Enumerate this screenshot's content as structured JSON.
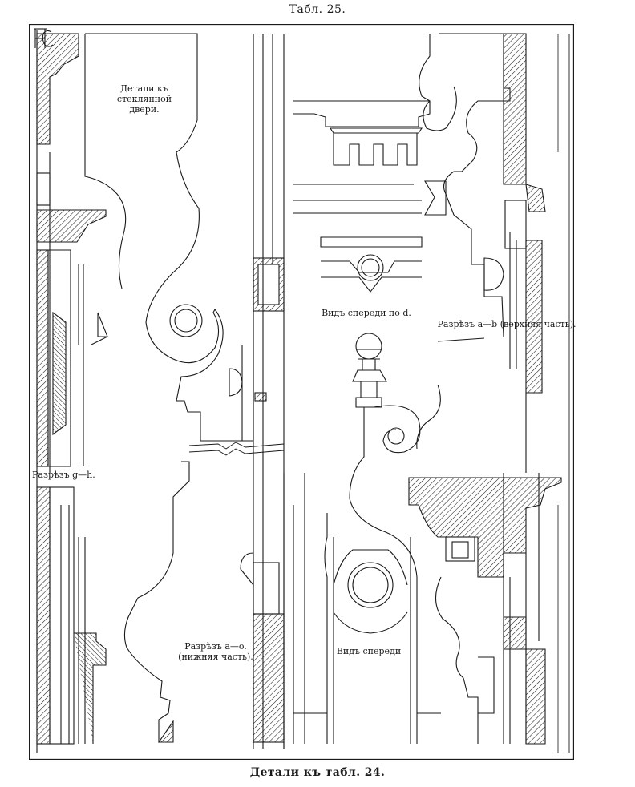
{
  "page": {
    "title": "Табл. 25.",
    "caption": "Детали къ табл. 24."
  },
  "labels": {
    "glass_door_details": "Детали къ\nстеклянной двери.",
    "front_view_d": "Видъ спереди по d.",
    "section_ab_top": "Разрѣзъ a—b (верхняя часть).",
    "section_gh": "Разрѣзъ g—h.",
    "section_ab_bottom": "Разрѣзъ a—o.\n(нижняя часть).",
    "front_view": "Видъ спереди"
  },
  "icons": {
    "monogram": "artist-monogram-icon"
  },
  "colors": {
    "ink": "#1a1a1a",
    "paper": "#ffffff"
  }
}
